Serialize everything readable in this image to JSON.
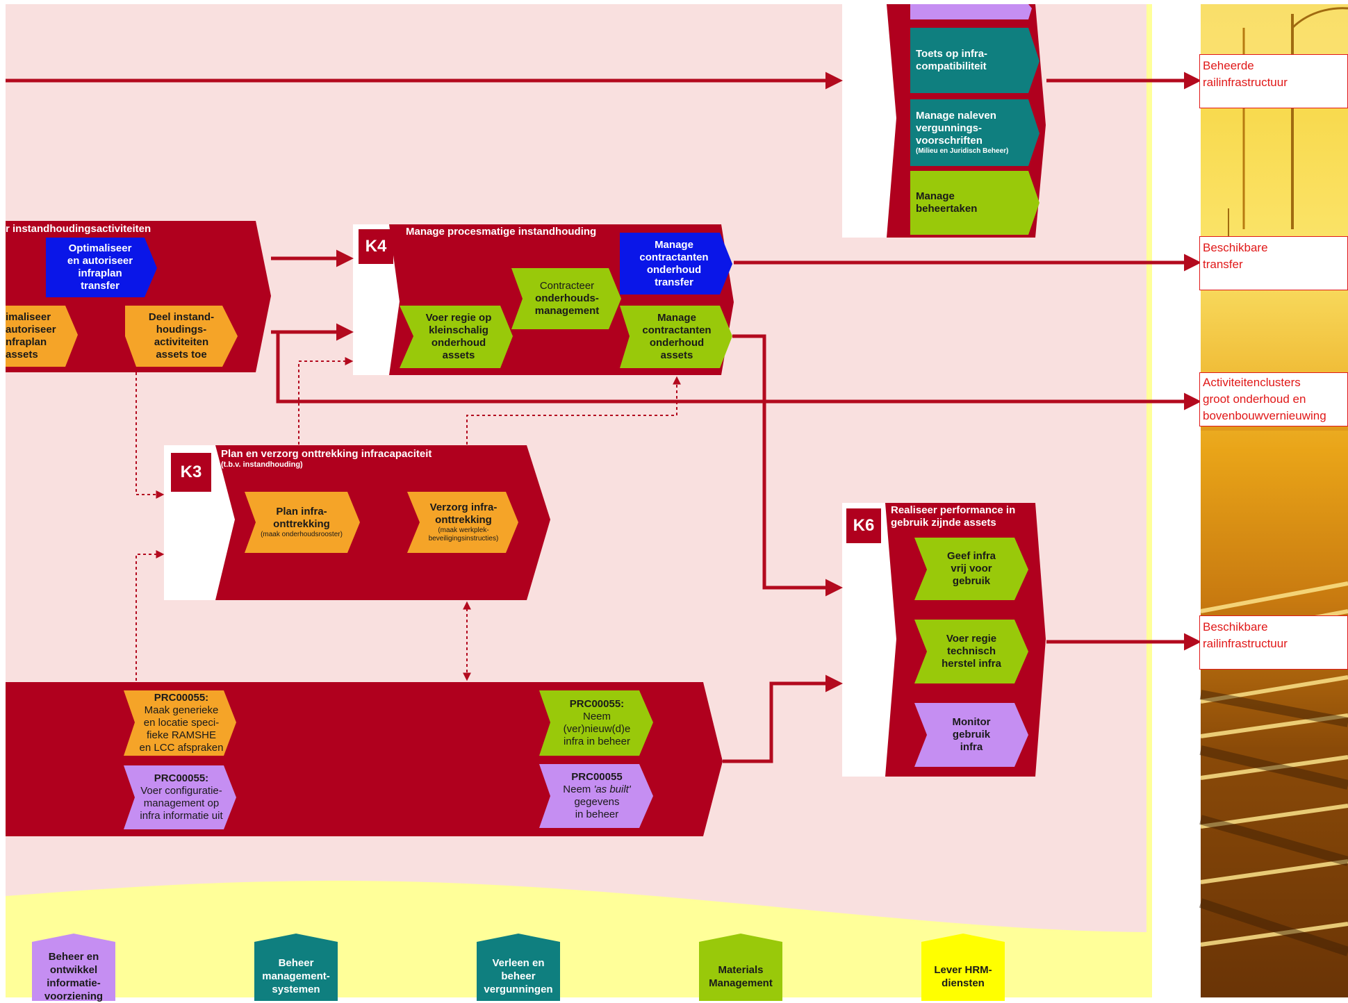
{
  "blocks": {
    "k3": {
      "tag": "K3",
      "title": "Plan en verzorg onttrekking infracapaciteit",
      "subtitle": "(t.b.v. instandhouding)"
    },
    "k4": {
      "tag": "K4",
      "title": "Manage procesmatige instandhouding"
    },
    "k6": {
      "tag": "K6",
      "title": "Realiseer performance in",
      "title2": "gebruik zijnde assets"
    },
    "left_top": {
      "title": "r instandhoudingsactiviteiten"
    }
  },
  "activities": {
    "toets": [
      "Toets op infra-",
      "compatibiliteit"
    ],
    "manage_naleven": [
      "Manage naleven",
      "vergunnings-",
      "voorschriften"
    ],
    "manage_naleven_sub": "(Milieu en Juridisch Beheer)",
    "manage_beheertaken": [
      "Manage",
      "beheertaken"
    ],
    "optimaliseer_transfer": [
      "Optimaliseer",
      "en autoriseer",
      "infraplan",
      "transfer"
    ],
    "optimaliseer_assets": [
      "imaliseer",
      "autoriseer",
      "nfraplan",
      "assets"
    ],
    "deel": [
      "Deel instand-",
      "houdings-",
      "activiteiten",
      "assets toe"
    ],
    "voer_regie": [
      "Voer regie op",
      "kleinschalig",
      "onderhoud",
      "assets"
    ],
    "contracteer": [
      "Contracteer",
      "onderhouds-",
      "management"
    ],
    "manage_transfer": [
      "Manage",
      "contractanten",
      "onderhoud",
      "transfer"
    ],
    "manage_assets": [
      "Manage",
      "contractanten",
      "onderhoud",
      "assets"
    ],
    "plan_infra": [
      "Plan infra-",
      "onttrekking"
    ],
    "plan_infra_sub": "(maak onderhoudsrooster)",
    "verzorg_infra": [
      "Verzorg infra-",
      "onttrekking"
    ],
    "verzorg_infra_sub": [
      "(maak werkplek-",
      "beveiligingsinstructies)"
    ],
    "geef_infra": [
      "Geef infra",
      "vrij voor",
      "gebruik"
    ],
    "voer_regie_technisch": [
      "Voer regie",
      "technisch",
      "herstel infra"
    ],
    "monitor": [
      "Monitor",
      "gebruik",
      "infra"
    ],
    "prc_maak": [
      "PRC00055:",
      "Maak generieke",
      "en locatie speci-",
      "fieke RAMSHE",
      "en LCC afspraken"
    ],
    "prc_voer": [
      "PRC00055:",
      "Voer configuratie-",
      "management op",
      "infra informatie uit"
    ],
    "prc_neem_vernieuwde": [
      "PRC00055:",
      "Neem",
      "(ver)nieuw(d)e",
      "infra in beheer"
    ],
    "prc_neem_asbuilt": [
      "PRC00055",
      "Neem ",
      "'as built'",
      "gegevens",
      "in beheer"
    ]
  },
  "outputs": {
    "beheerde": [
      "Beheerde",
      "railinfrastructuur"
    ],
    "beschikbare_transfer": [
      "Beschikbare",
      "transfer"
    ],
    "activiteitenclusters": [
      "Activiteitenclusters",
      "groot onderhoud en",
      "bovenbouwvernieuwing"
    ],
    "beschikbare_rail": [
      "Beschikbare",
      "railinfrastructuur"
    ]
  },
  "support": {
    "beheer_ontwikkel": [
      "Beheer en",
      "ontwikkel",
      "informatie-",
      "voorziening"
    ],
    "beheer_management": [
      "Beheer",
      "management-",
      "systemen"
    ],
    "verleen": [
      "Verleen en",
      "beheer",
      "vergunningen"
    ],
    "materials": [
      "Materials",
      "Management"
    ],
    "lever_hrm": [
      "Lever HRM-",
      "diensten"
    ]
  },
  "colors": {
    "background": "#f9e0df",
    "process_red": "#b0001e",
    "arrow_red": "#b30a1e",
    "green": "#99c90a",
    "teal": "#0f7f7f",
    "orange": "#f5a428",
    "blue": "#0a16e8",
    "lilac": "#c58ef2",
    "yellow_band": "#ffff99",
    "hrm_yellow": "#ffff00",
    "output_text": "#e01818"
  }
}
